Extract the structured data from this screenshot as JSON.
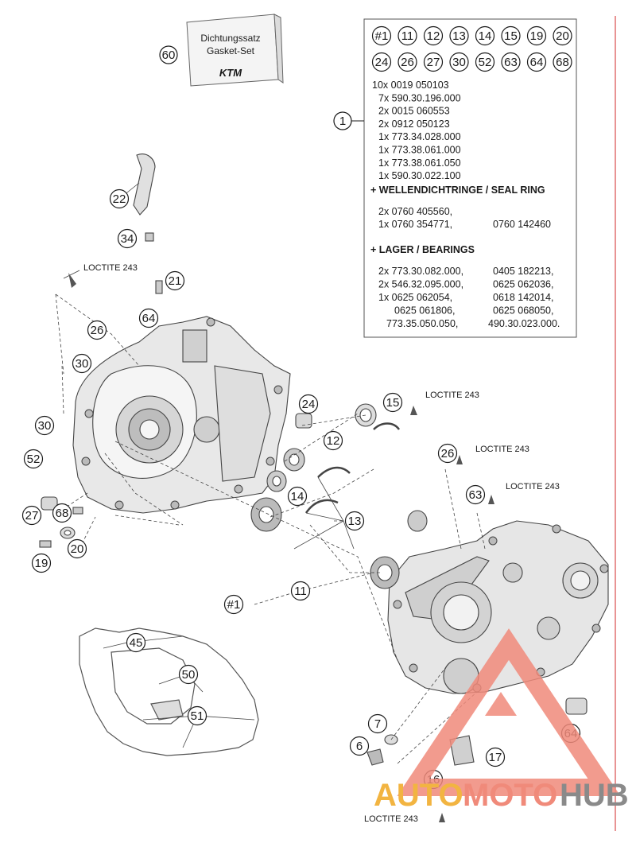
{
  "gasket_set": {
    "line1": "Dichtungssatz",
    "line2": "Gasket-Set",
    "logo": "KTM",
    "callout": "60"
  },
  "parts_box": {
    "callout": "1",
    "circled_row1": [
      "#1",
      "11",
      "12",
      "13",
      "14",
      "15",
      "19",
      "20"
    ],
    "circled_row2": [
      "24",
      "26",
      "27",
      "30",
      "52",
      "63",
      "64",
      "68"
    ],
    "lines": [
      "10x 0019 050103",
      "7x 590.30.196.000",
      "2x 0015 060553",
      "2x 0912 050123",
      "1x 773.34.028.000",
      "1x 773.38.061.000",
      "1x 773.38.061.050",
      "1x 590.30.022.100"
    ],
    "seal_heading": "+ WELLENDICHTRINGE /  SEAL RING",
    "seal_lines": [
      "2x 0760 405560,",
      "1x 0760 354771,"
    ],
    "seal_extra": "0760 142460",
    "bearing_heading": "+ LAGER / BEARINGS",
    "bearing_left": [
      "2x 773.30.082.000,",
      "2x 546.32.095.000,",
      "1x 0625 062054,",
      "0625 061806,",
      "773.35.050.050,"
    ],
    "bearing_right": [
      "0405 182213,",
      "0625 062036,",
      "0618 142014,",
      "0625 068050,",
      "490.30.023.000."
    ]
  },
  "loctite_label": "LOCTITE 243",
  "callouts": [
    {
      "id": "22"
    },
    {
      "id": "34"
    },
    {
      "id": "21"
    },
    {
      "id": "64"
    },
    {
      "id": "26"
    },
    {
      "id": "30"
    },
    {
      "id": "30"
    },
    {
      "id": "52"
    },
    {
      "id": "27"
    },
    {
      "id": "68"
    },
    {
      "id": "20"
    },
    {
      "id": "19"
    },
    {
      "id": "24"
    },
    {
      "id": "15"
    },
    {
      "id": "12"
    },
    {
      "id": "14"
    },
    {
      "id": "13"
    },
    {
      "id": "11"
    },
    {
      "id": "#1"
    },
    {
      "id": "26"
    },
    {
      "id": "63"
    },
    {
      "id": "45"
    },
    {
      "id": "50"
    },
    {
      "id": "51"
    },
    {
      "id": "7"
    },
    {
      "id": "6"
    },
    {
      "id": "17"
    },
    {
      "id": "16"
    },
    {
      "id": "64"
    }
  ],
  "watermark": {
    "part1": "AUTO",
    "part2": "MOTO",
    "part3": "HUB",
    "color1": "#f2b441",
    "color2": "#f08a7a",
    "color3": "#8a8a8a"
  }
}
